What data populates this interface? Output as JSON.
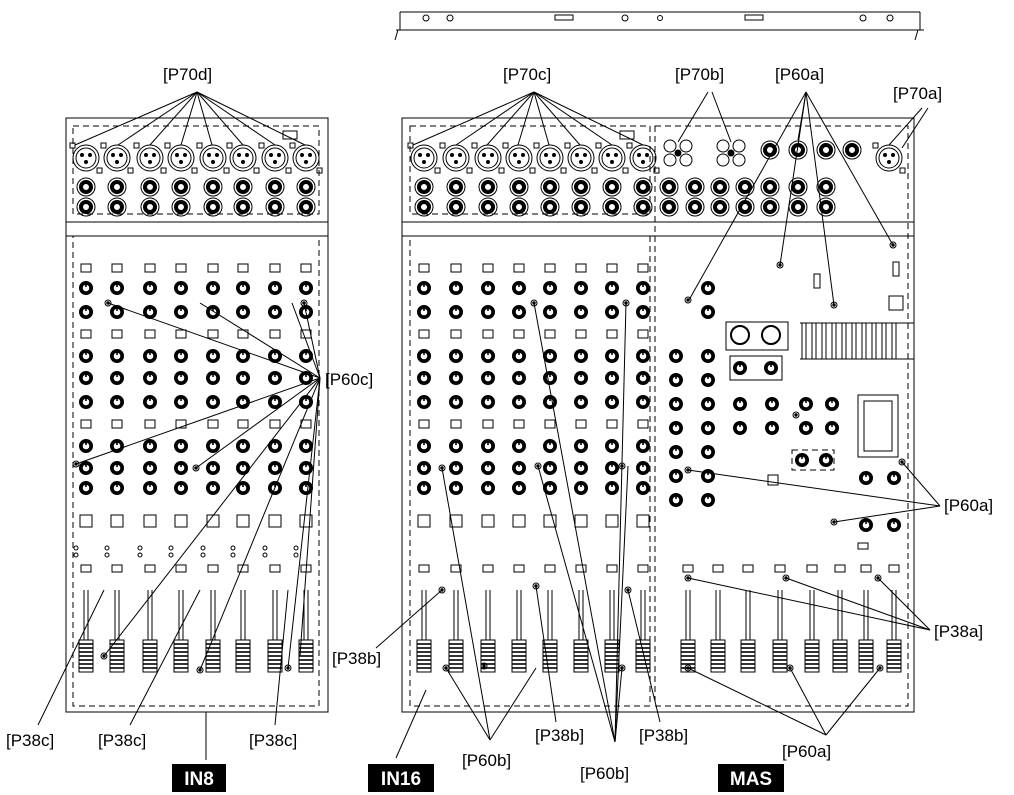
{
  "labels": {
    "p70d": "[P70d]",
    "p70c": "[P70c]",
    "p70b": "[P70b]",
    "p60a_top": "[P60a]",
    "p70a": "[P70a]",
    "p60c": "[P60c]",
    "p60a_right": "[P60a]",
    "p38a": "[P38a]",
    "p38b_left": "[P38b]",
    "p38c_1": "[P38c]",
    "p38c_2": "[P38c]",
    "p38c_3": "[P38c]",
    "p60b_1": "[P60b]",
    "p38b_2": "[P38b]",
    "p60b_2": "[P60b]",
    "p38b_3": "[P38b]",
    "p60a_bottom": "[P60a]"
  },
  "tags": {
    "in8": "IN8",
    "in16": "IN16",
    "mas": "MAS"
  }
}
